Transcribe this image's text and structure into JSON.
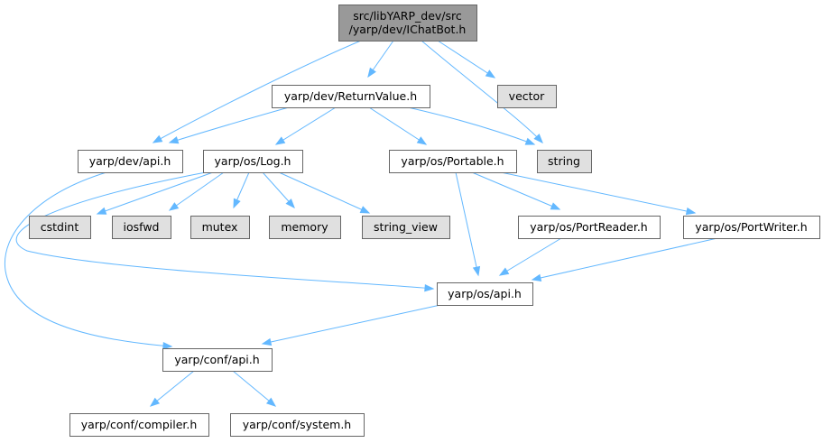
{
  "diagram": {
    "colors": {
      "root_fill": "#999999",
      "local_fill": "#ffffff",
      "system_fill": "#e0e0e0",
      "border": "#666666",
      "edge": "#63b8ff"
    },
    "nodes": [
      {
        "id": "root",
        "kind": "root",
        "lines": [
          "src/libYARP_dev/src",
          "/yarp/dev/IChatBot.h"
        ]
      },
      {
        "id": "return-value",
        "kind": "local",
        "lines": [
          "yarp/dev/ReturnValue.h"
        ]
      },
      {
        "id": "vector",
        "kind": "system",
        "lines": [
          "vector"
        ]
      },
      {
        "id": "dev-api",
        "kind": "local",
        "lines": [
          "yarp/dev/api.h"
        ]
      },
      {
        "id": "log",
        "kind": "local",
        "lines": [
          "yarp/os/Log.h"
        ]
      },
      {
        "id": "portable",
        "kind": "local",
        "lines": [
          "yarp/os/Portable.h"
        ]
      },
      {
        "id": "string",
        "kind": "system",
        "lines": [
          "string"
        ]
      },
      {
        "id": "cstdint",
        "kind": "system",
        "lines": [
          "cstdint"
        ]
      },
      {
        "id": "iosfwd",
        "kind": "system",
        "lines": [
          "iosfwd"
        ]
      },
      {
        "id": "mutex",
        "kind": "system",
        "lines": [
          "mutex"
        ]
      },
      {
        "id": "memory",
        "kind": "system",
        "lines": [
          "memory"
        ]
      },
      {
        "id": "string-view",
        "kind": "system",
        "lines": [
          "string_view"
        ]
      },
      {
        "id": "port-reader",
        "kind": "local",
        "lines": [
          "yarp/os/PortReader.h"
        ]
      },
      {
        "id": "port-writer",
        "kind": "local",
        "lines": [
          "yarp/os/PortWriter.h"
        ]
      },
      {
        "id": "os-api",
        "kind": "local",
        "lines": [
          "yarp/os/api.h"
        ]
      },
      {
        "id": "conf-api",
        "kind": "local",
        "lines": [
          "yarp/conf/api.h"
        ]
      },
      {
        "id": "conf-compiler",
        "kind": "local",
        "lines": [
          "yarp/conf/compiler.h"
        ]
      },
      {
        "id": "conf-system",
        "kind": "local",
        "lines": [
          "yarp/conf/system.h"
        ]
      }
    ],
    "edges": [
      {
        "from": "root",
        "to": "return-value"
      },
      {
        "from": "root",
        "to": "dev-api"
      },
      {
        "from": "root",
        "to": "string"
      },
      {
        "from": "root",
        "to": "vector"
      },
      {
        "from": "return-value",
        "to": "dev-api"
      },
      {
        "from": "return-value",
        "to": "log"
      },
      {
        "from": "return-value",
        "to": "portable"
      },
      {
        "from": "return-value",
        "to": "string"
      },
      {
        "from": "dev-api",
        "to": "conf-api"
      },
      {
        "from": "log",
        "to": "cstdint"
      },
      {
        "from": "log",
        "to": "iosfwd"
      },
      {
        "from": "log",
        "to": "mutex"
      },
      {
        "from": "log",
        "to": "memory"
      },
      {
        "from": "log",
        "to": "string-view"
      },
      {
        "from": "log",
        "to": "os-api"
      },
      {
        "from": "portable",
        "to": "os-api"
      },
      {
        "from": "portable",
        "to": "port-reader"
      },
      {
        "from": "portable",
        "to": "port-writer"
      },
      {
        "from": "port-reader",
        "to": "os-api"
      },
      {
        "from": "port-writer",
        "to": "os-api"
      },
      {
        "from": "os-api",
        "to": "conf-api"
      },
      {
        "from": "conf-api",
        "to": "conf-compiler"
      },
      {
        "from": "conf-api",
        "to": "conf-system"
      }
    ]
  }
}
